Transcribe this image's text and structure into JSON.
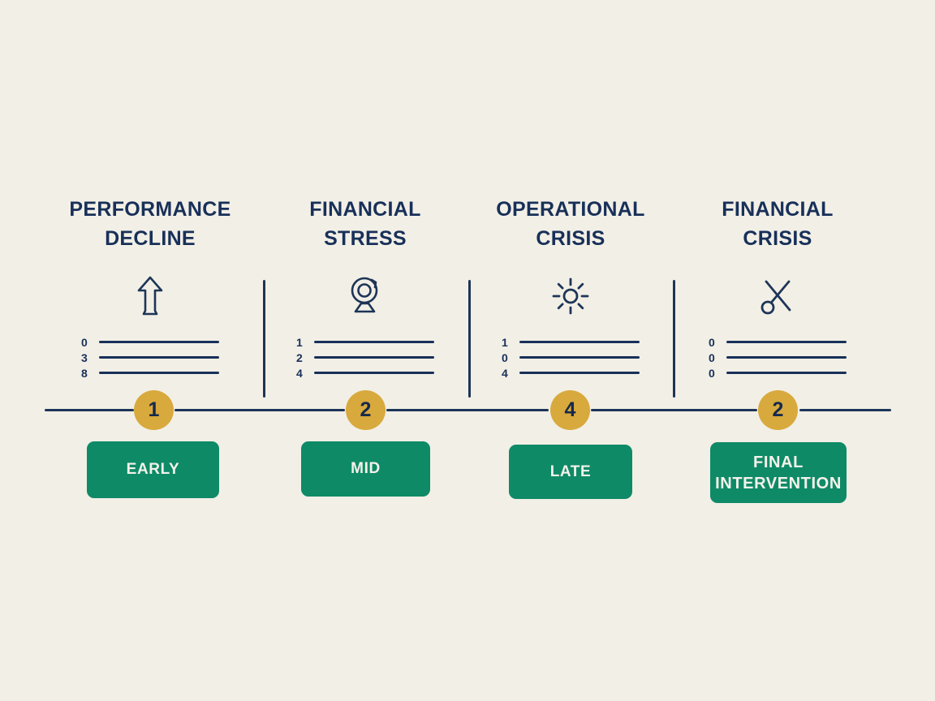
{
  "theme": {
    "background": "#f2efe6",
    "ink": "#183059",
    "accent_gold": "#d8a93c",
    "accent_green": "#0e8a67",
    "pill_text": "#f4f2ea"
  },
  "stages": [
    {
      "title": "PERFORMANCE\nDECLINE",
      "icon": "arrow-up-icon",
      "digits": [
        "0",
        "3",
        "8"
      ],
      "node_number": "1",
      "phase_label": "EARLY"
    },
    {
      "title": "FINANCIAL\nSTRESS",
      "icon": "webcam-icon",
      "digits": [
        "1",
        "2",
        "4"
      ],
      "node_number": "2",
      "phase_label": "MID"
    },
    {
      "title": "OPERATIONAL\nCRISIS",
      "icon": "sun-icon",
      "digits": [
        "1",
        "0",
        "4"
      ],
      "node_number": "4",
      "phase_label": "LATE"
    },
    {
      "title": "FINANCIAL\nCRISIS",
      "icon": "scissors-icon",
      "digits": [
        "0",
        "0",
        "0"
      ],
      "node_number": "2",
      "phase_label": "FINAL\nINTERVENTION"
    }
  ]
}
